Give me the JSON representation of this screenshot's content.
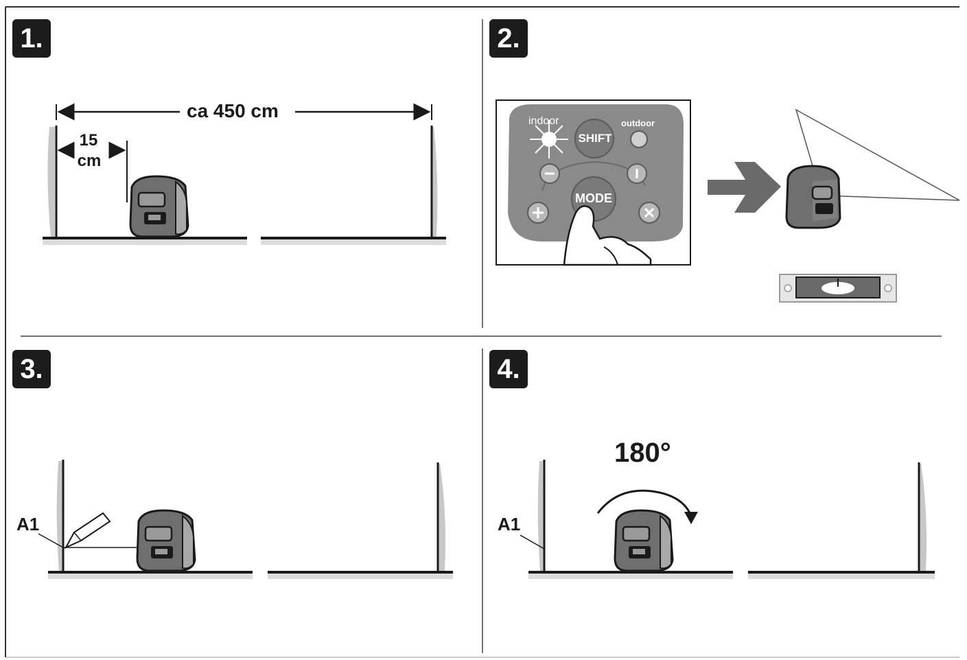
{
  "steps": [
    {
      "number": "1."
    },
    {
      "number": "2."
    },
    {
      "number": "3."
    },
    {
      "number": "4."
    }
  ],
  "panel1": {
    "total_distance": "ca 450 cm",
    "offset_value": "15",
    "offset_unit": "cm"
  },
  "panel2": {
    "keypad": {
      "indoor": "indoor",
      "outdoor": "outdoor",
      "shift": "SHIFT",
      "mode": "MODE"
    }
  },
  "panel3": {
    "mark_label": "A1"
  },
  "panel4": {
    "mark_label": "A1",
    "rotation": "180°"
  },
  "colors": {
    "ink": "#1a1a1a",
    "device": "#6f6f6f",
    "keypad": "#8a8a8a",
    "wall_shade": "#c8c8c8"
  }
}
